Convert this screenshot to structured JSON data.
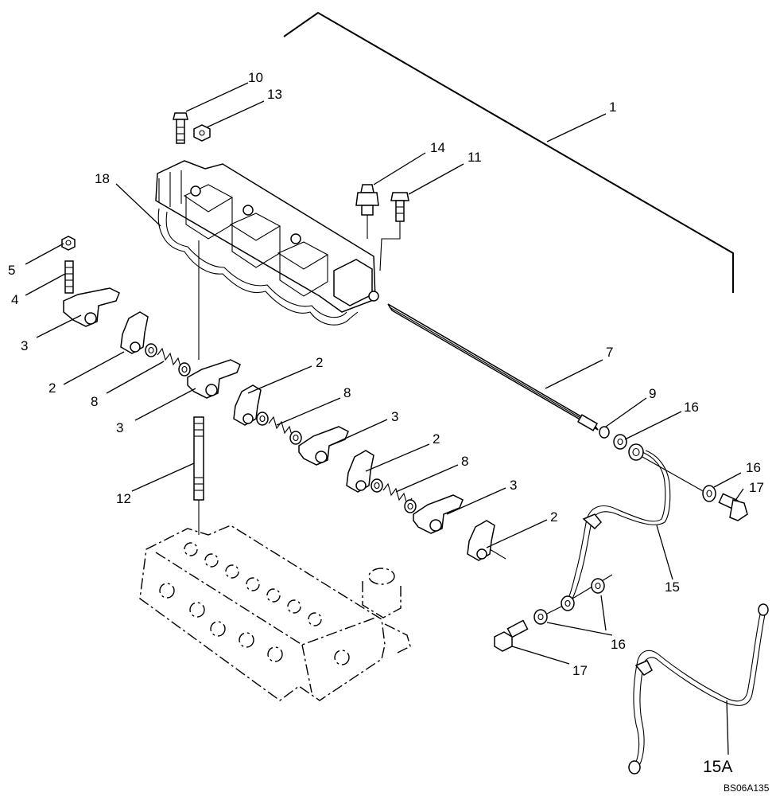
{
  "callouts": {
    "c1": "1",
    "c2a": "2",
    "c2b": "2",
    "c2c": "2",
    "c2d": "2",
    "c3a": "3",
    "c3b": "3",
    "c3c": "3",
    "c3d": "3",
    "c4": "4",
    "c5": "5",
    "c7": "7",
    "c8a": "8",
    "c8b": "8",
    "c8c": "8",
    "c9": "9",
    "c10": "10",
    "c11": "11",
    "c12": "12",
    "c13": "13",
    "c14": "14",
    "c15": "15",
    "c15a": "15A",
    "c16a": "16",
    "c16b": "16",
    "c16c": "16",
    "c17a": "17",
    "c17b": "17",
    "c18": "18"
  },
  "drawing_code": "BS06A135"
}
